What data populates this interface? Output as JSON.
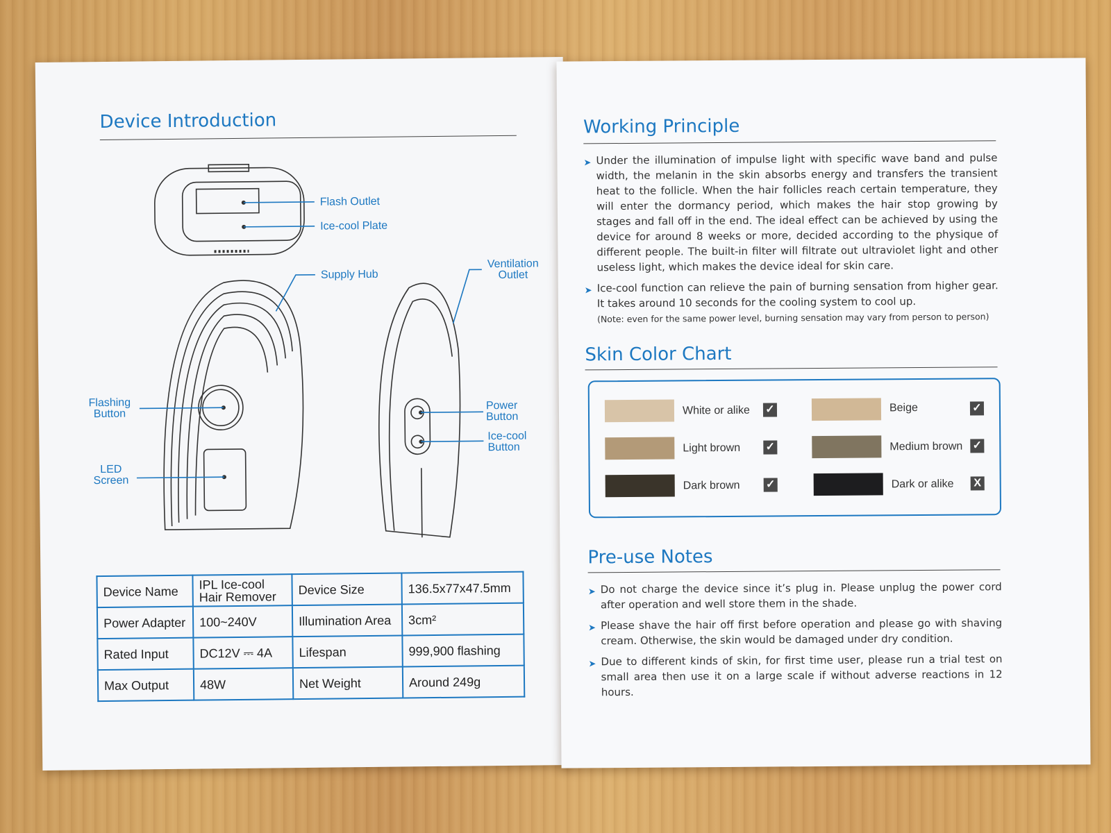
{
  "left_page": {
    "heading": "Device Introduction",
    "labels": {
      "flash_outlet": "Flash Outlet",
      "ice_cool_plate": "Ice-cool Plate",
      "supply_hub": "Supply Hub",
      "ventilation_outlet_1": "Ventilation",
      "ventilation_outlet_2": "Outlet",
      "flashing_button_1": "Flashing",
      "flashing_button_2": "Button",
      "led_screen_1": "LED",
      "led_screen_2": "Screen",
      "power_button_1": "Power",
      "power_button_2": "Button",
      "ice_cool_button_1": "Ice-cool",
      "ice_cool_button_2": "Button"
    },
    "spec_table": [
      [
        "Device Name",
        "IPL Ice-cool Hair Remover",
        "Device Size",
        "136.5x77x47.5mm"
      ],
      [
        "Power Adapter",
        "100~240V",
        "Illumination Area",
        "3cm²"
      ],
      [
        "Rated Input",
        "DC12V ⎓ 4A",
        "Lifespan",
        "999,900 flashing"
      ],
      [
        "Max Output",
        "48W",
        "Net Weight",
        "Around 249g"
      ]
    ]
  },
  "right_page": {
    "working_principle": {
      "heading": "Working Principle",
      "p1": "Under the illumination of impulse light with specific wave band and pulse width, the melanin in the skin absorbs energy and transfers the transient heat to the follicle. When the hair follicles reach certain temperature, they will enter the dormancy period, which makes the hair stop growing by stages and fall off in the end. The ideal effect can be achieved by using the device for around 8 weeks or more, decided according to the physique of different people. The built-in filter will filtrate out ultraviolet light and other useless light, which makes the device ideal for skin care.",
      "p2": "Ice-cool function can relieve the pain of burning sensation from higher gear. It takes around 10 seconds for the cooling system to cool up.",
      "note": "(Note: even for the same power level, burning sensation may vary from person to person)"
    },
    "skin_color_chart": {
      "heading": "Skin Color Chart",
      "items": [
        {
          "name": "White or alike",
          "color": "#d8c4a8",
          "mark": "✓"
        },
        {
          "name": "Beige",
          "color": "#d1b896",
          "mark": "✓"
        },
        {
          "name": "Light brown",
          "color": "#b39a78",
          "mark": "✓"
        },
        {
          "name": "Medium brown",
          "color": "#807560",
          "mark": "✓"
        },
        {
          "name": "Dark brown",
          "color": "#3a342a",
          "mark": "✓"
        },
        {
          "name": "Dark or alike",
          "color": "#1d1d1f",
          "mark": "X"
        }
      ]
    },
    "pre_use_notes": {
      "heading": "Pre-use Notes",
      "n1": "Do not charge the device since it’s plug in. Please unplug the power cord after operation and well store them in the shade.",
      "n2": "Please shave the hair off first before operation and please go with shaving cream. Otherwise, the skin would be damaged under dry condition.",
      "n3": "Due to different kinds of skin, for first time user, please run a trial test on small area then use it on a large scale if without adverse reactions in 12 hours."
    }
  },
  "colors": {
    "accent": "#1d78c1",
    "wood": "#d2a263"
  }
}
